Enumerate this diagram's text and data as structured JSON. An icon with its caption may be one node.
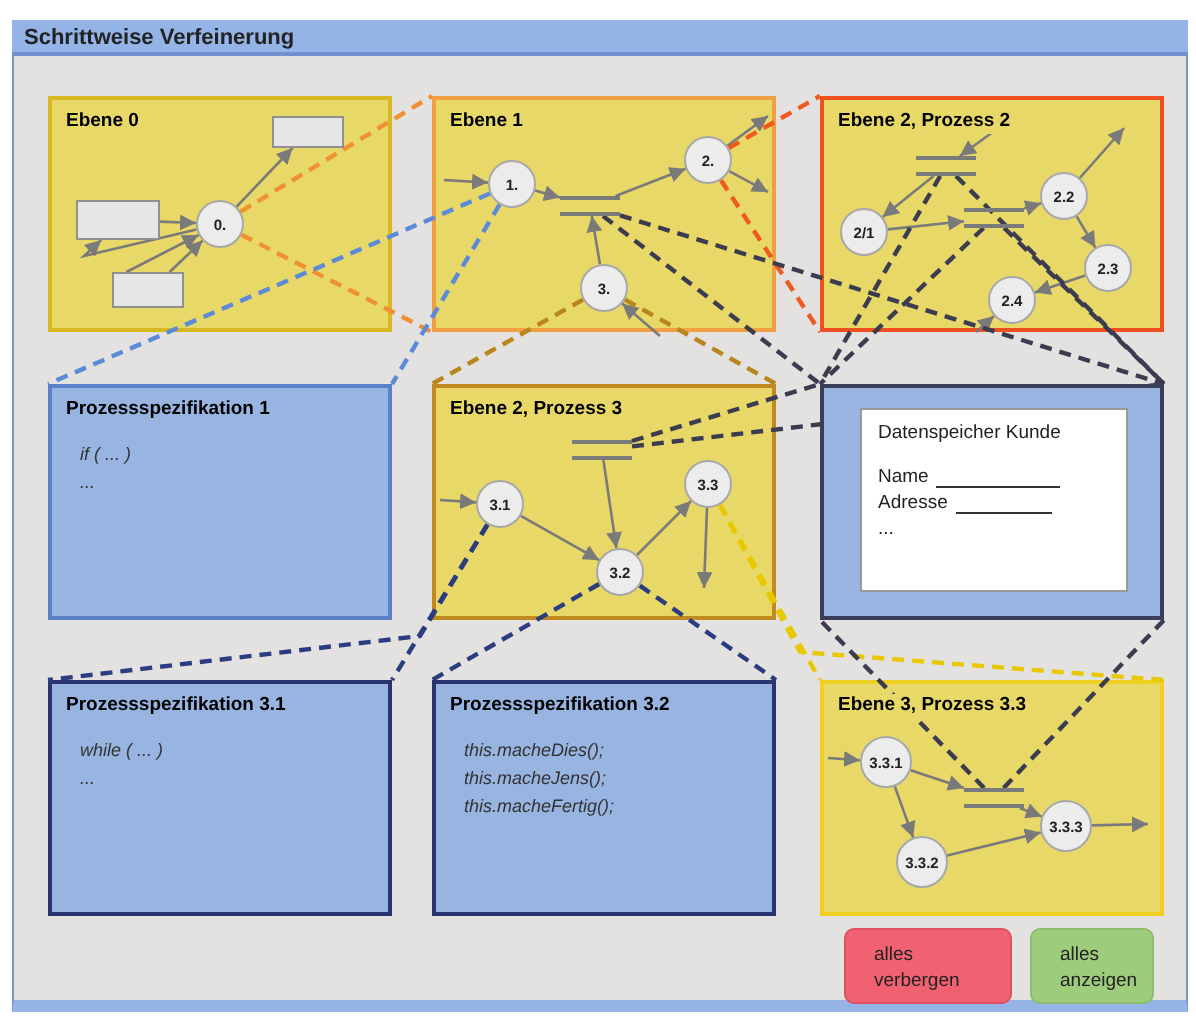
{
  "diagram": {
    "title": "Schrittweise Verfeinerung",
    "nodes": [
      {
        "text": [
          "Ebene 0"
        ]
      },
      {
        "text": [],
        "shape": "box",
        "in": 0
      },
      {
        "text": [],
        "shape": "box",
        "in": 0
      },
      {
        "text": [],
        "shape": "box",
        "in": 0
      },
      {
        "text": [
          "0."
        ],
        "in": 0
      },
      {
        "text": [
          "Ebene 1"
        ]
      },
      {
        "text": [
          "1."
        ],
        "in": 5
      },
      {
        "text": [
          "2."
        ],
        "in": 5
      },
      {
        "text": [
          "3."
        ],
        "in": 5
      },
      {
        "text": [],
        "shape": "bar",
        "in": 5
      },
      {
        "text": [
          "Ebene 2, Prozess 2"
        ]
      },
      {
        "text": [],
        "shape": "bar",
        "in": 10
      },
      {
        "text": [
          "2/1"
        ],
        "in": 10
      },
      {
        "text": [],
        "shape": "bar",
        "in": 10
      },
      {
        "text": [
          "2.2"
        ],
        "in": 10
      },
      {
        "text": [
          "2.3"
        ],
        "in": 10
      },
      {
        "text": [
          "2.4"
        ],
        "in": 10
      },
      {
        "text": [
          "Prozessspezifikation 1",
          "if ( ... )",
          "..."
        ]
      },
      {
        "text": [
          "Ebene 2, Prozess 3"
        ]
      },
      {
        "text": [],
        "shape": "bar",
        "in": 18
      },
      {
        "text": [
          "3.1"
        ],
        "in": 18
      },
      {
        "text": [
          "3.2"
        ],
        "in": 18
      },
      {
        "text": [
          "3.3"
        ],
        "in": 18
      },
      {
        "text": [
          "Datenspeicher Kunde",
          "Name",
          "Adresse",
          "..."
        ]
      },
      {
        "text": [
          "Prozessspezifikation 3.1",
          "while ( ... )",
          "..."
        ]
      },
      {
        "text": [
          "Prozessspezifikation 3.2",
          "this.macheDies();",
          "this.macheJens();",
          "this.macheFertig();"
        ]
      },
      {
        "text": [
          "Ebene 3, Prozess 3.3"
        ]
      },
      {
        "text": [
          "3.3.1"
        ],
        "in": 26
      },
      {
        "text": [],
        "shape": "bar",
        "in": 26
      },
      {
        "text": [
          "3.3.2"
        ],
        "in": 26
      },
      {
        "text": [
          "3.3.3"
        ],
        "in": 26
      },
      {
        "text": [
          "alles verbergen"
        ]
      },
      {
        "text": [
          "alles anzeigen"
        ]
      }
    ],
    "edges": [
      {
        "from": 1,
        "to": 4,
        "arrow": "to"
      },
      {
        "from": 4,
        "to": 1,
        "arrow": "to"
      },
      {
        "from": 3,
        "to": 4,
        "arrow": "to"
      },
      {
        "from": 3,
        "to": 4,
        "arrow": "to"
      },
      {
        "from": 4,
        "to": 2,
        "arrow": "to"
      },
      {
        "from": null,
        "to": 6,
        "arrow": "to"
      },
      {
        "from": 6,
        "to": 9,
        "arrow": "to"
      },
      {
        "from": 9,
        "to": 7,
        "arrow": "to"
      },
      {
        "from": 7,
        "to": null,
        "arrow": "to"
      },
      {
        "from": 7,
        "to": null,
        "arrow": "to"
      },
      {
        "from": 8,
        "to": 9,
        "arrow": "to"
      },
      {
        "from": null,
        "to": 8,
        "arrow": "to"
      },
      {
        "from": null,
        "to": 11,
        "arrow": "to"
      },
      {
        "from": 11,
        "to": 12,
        "arrow": "to"
      },
      {
        "from": 12,
        "to": 13,
        "arrow": "to"
      },
      {
        "from": 13,
        "to": 14,
        "arrow": "to"
      },
      {
        "from": 14,
        "to": null,
        "arrow": "to"
      },
      {
        "from": 14,
        "to": 15,
        "arrow": "to"
      },
      {
        "from": 15,
        "to": 16,
        "arrow": "to"
      },
      {
        "from": null,
        "to": 16,
        "arrow": "to"
      },
      {
        "from": null,
        "to": 20,
        "arrow": "to"
      },
      {
        "from": 20,
        "to": 21,
        "arrow": "to"
      },
      {
        "from": 19,
        "to": 21,
        "arrow": "to"
      },
      {
        "from": 21,
        "to": 22,
        "arrow": "to"
      },
      {
        "from": 22,
        "to": null,
        "arrow": "to"
      },
      {
        "from": null,
        "to": 27,
        "arrow": "to"
      },
      {
        "from": 27,
        "to": 28,
        "arrow": "to"
      },
      {
        "from": 28,
        "to": 30,
        "arrow": "to"
      },
      {
        "from": 27,
        "to": 29,
        "arrow": "to"
      },
      {
        "from": 29,
        "to": 30,
        "arrow": "to"
      },
      {
        "from": 30,
        "to": null,
        "arrow": "to"
      },
      {
        "from": 4,
        "to": 5,
        "arrow": "none",
        "style": "dashed",
        "color": "#f09030"
      },
      {
        "from": 4,
        "to": 5,
        "arrow": "none",
        "style": "dashed",
        "color": "#f09030"
      },
      {
        "from": 6,
        "to": 17,
        "arrow": "none",
        "style": "dashed",
        "color": "#5a8ad8"
      },
      {
        "from": 6,
        "to": 17,
        "arrow": "none",
        "style": "dashed",
        "color": "#5a8ad8"
      },
      {
        "from": 7,
        "to": 10,
        "arrow": "none",
        "style": "dashed",
        "color": "#f05a20"
      },
      {
        "from": 7,
        "to": 10,
        "arrow": "none",
        "style": "dashed",
        "color": "#f05a20"
      },
      {
        "from": 8,
        "to": 18,
        "arrow": "none",
        "style": "dashed",
        "color": "#b8861a"
      },
      {
        "from": 8,
        "to": 18,
        "arrow": "none",
        "style": "dashed",
        "color": "#b8861a"
      },
      {
        "from": 9,
        "to": 23,
        "arrow": "none",
        "style": "dashed",
        "color": "#3c3c50"
      },
      {
        "from": 9,
        "to": 23,
        "arrow": "none",
        "style": "dashed",
        "color": "#3c3c50"
      },
      {
        "from": 11,
        "to": 23,
        "arrow": "none",
        "style": "dashed",
        "color": "#3c3c50"
      },
      {
        "from": 11,
        "to": 23,
        "arrow": "none",
        "style": "dashed",
        "color": "#3c3c50"
      },
      {
        "from": 13,
        "to": 23,
        "arrow": "none",
        "style": "dashed",
        "color": "#3c3c50"
      },
      {
        "from": 13,
        "to": 23,
        "arrow": "none",
        "style": "dashed",
        "color": "#3c3c50"
      },
      {
        "from": 19,
        "to": 23,
        "arrow": "none",
        "style": "dashed",
        "color": "#3c3c50"
      },
      {
        "from": 19,
        "to": 23,
        "arrow": "none",
        "style": "dashed",
        "color": "#3c3c50"
      },
      {
        "from": 20,
        "to": 24,
        "arrow": "none",
        "style": "dashed",
        "color": "#2c3c80"
      },
      {
        "from": 20,
        "to": 24,
        "arrow": "none",
        "style": "dashed",
        "color": "#2c3c80"
      },
      {
        "from": 21,
        "to": 25,
        "arrow": "none",
        "style": "dashed",
        "color": "#2c3c80"
      },
      {
        "from": 21,
        "to": 25,
        "arrow": "none",
        "style": "dashed",
        "color": "#2c3c80"
      },
      {
        "from": 22,
        "to": 26,
        "arrow": "none",
        "style": "dashed",
        "color": "#e8c800"
      },
      {
        "from": 22,
        "to": 26,
        "arrow": "none",
        "style": "dashed",
        "color": "#e8c800"
      },
      {
        "from": 28,
        "to": 23,
        "arrow": "none",
        "style": "dashed",
        "color": "#3c3c50"
      },
      {
        "from": 28,
        "to": 23,
        "arrow": "none",
        "style": "dashed",
        "color": "#3c3c50"
      }
    ]
  }
}
